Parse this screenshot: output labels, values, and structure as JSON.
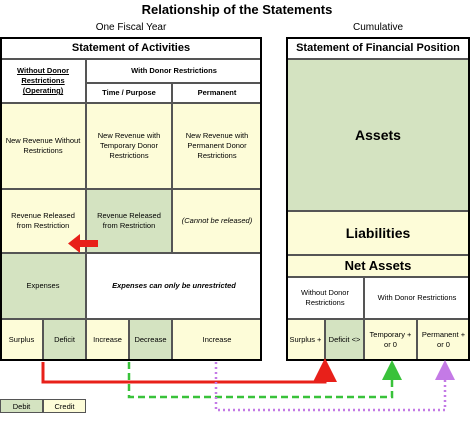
{
  "title": "Relationship of the Statements",
  "left_caption": "One Fiscal Year",
  "right_caption": "Cumulative",
  "activities": {
    "header": "Statement of Activities",
    "col_without": "Without Donor Restrictions (Operating)",
    "col_with": "With Donor Restrictions",
    "col_time": "Time / Purpose",
    "col_perm": "Permanent",
    "rev_without": "New Revenue Without Restrictions",
    "rev_temp": "New Revenue with Temporary Donor Restrictions",
    "rev_perm": "New Revenue with Permanent Donor Restrictions",
    "released_without": "Revenue Released from Restriction",
    "released_time": "Revenue Released from Restriction",
    "released_perm": "(Cannot be released)",
    "expenses": "Expenses",
    "expenses_note": "Expenses can only be unrestricted",
    "surplus": "Surplus",
    "deficit": "Deficit",
    "increase_time": "Increase",
    "decrease_time": "Decrease",
    "increase_perm": "Increase"
  },
  "position": {
    "header": "Statement of Financial Position",
    "assets": "Assets",
    "liabilities": "Liabilities",
    "net_assets": "Net Assets",
    "col_without": "Without Donor Restrictions",
    "col_with": "With Donor Restrictions",
    "surplus": "Surplus +",
    "deficit": "Deficit <>",
    "temporary": "Temporary + or 0",
    "permanent": "Permanent + or 0"
  },
  "legend": {
    "debit": "Debit",
    "credit": "Credit"
  },
  "colors": {
    "debit_fill": "#d4e3c1",
    "credit_fill": "#fdfcd8",
    "arrow_red": "#e8201a",
    "arrow_green": "#39c23a",
    "arrow_purple": "#c47ae6"
  }
}
